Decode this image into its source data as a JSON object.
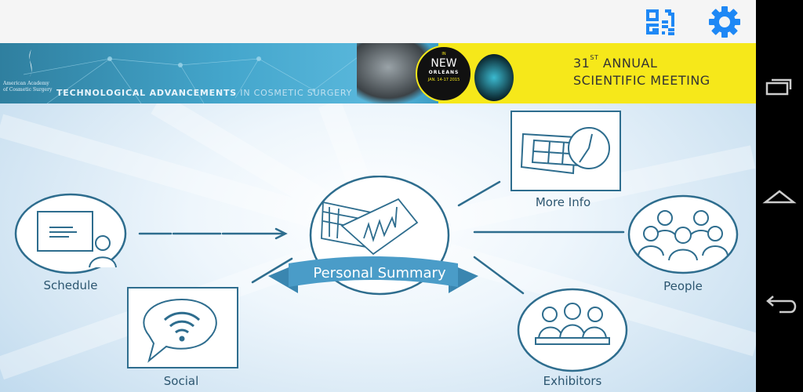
{
  "banner": {
    "org_name": "American Academy of Cosmetic Surgery",
    "tagline_bold": "TECHNOLOGICAL ADVANCEMENTS",
    "tagline_rest": " IN COSMETIC SURGERY",
    "location_in": "IN",
    "location_new": "NEW",
    "location_city": "ORLEANS",
    "dates": "JAN. 14-17 2015",
    "meeting_number": "31",
    "meeting_suffix": "ST",
    "meeting_line1": " ANNUAL",
    "meeting_line2": "SCIENTIFIC MEETING"
  },
  "toolbar": {
    "icons": [
      "qr-code-icon",
      "gear-icon"
    ],
    "accent": "#1e88f5"
  },
  "menu": {
    "center": "Personal Summary",
    "items": [
      {
        "label": "Schedule"
      },
      {
        "label": "Social"
      },
      {
        "label": "More Info"
      },
      {
        "label": "People"
      },
      {
        "label": "Exhibitors"
      }
    ]
  },
  "colors": {
    "stroke": "#2e6d8e",
    "ribbon": "#4a9cc8"
  }
}
